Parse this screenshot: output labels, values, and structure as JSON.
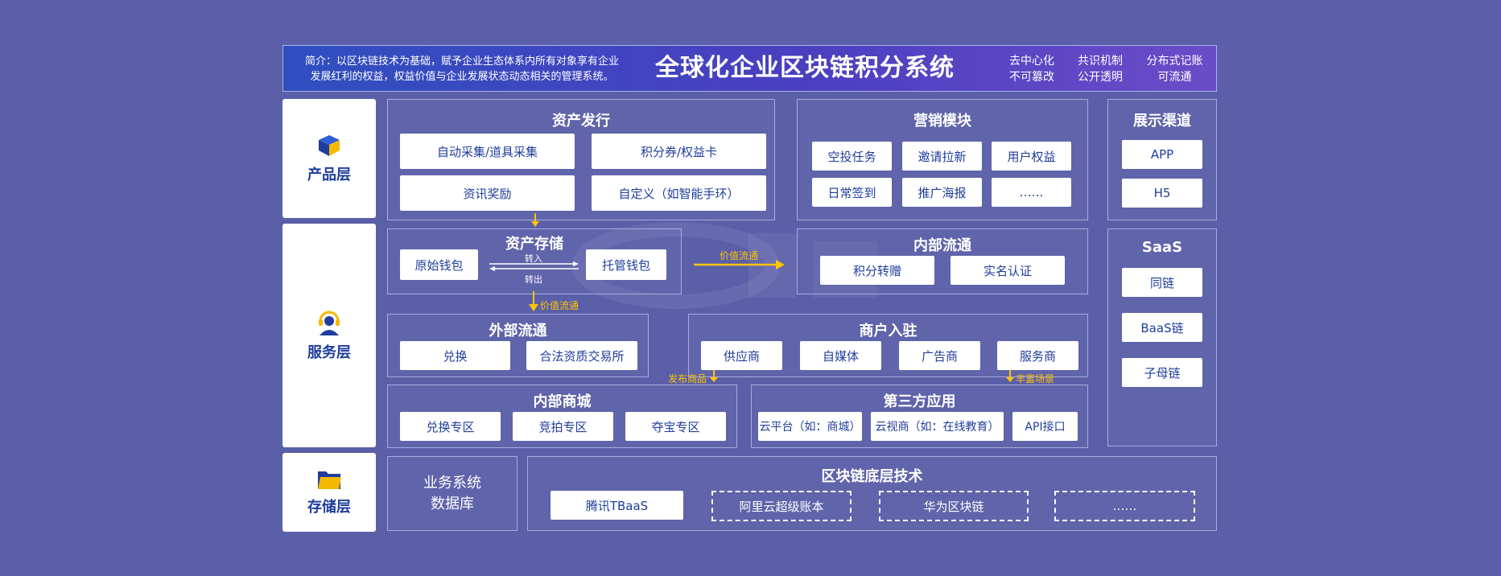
{
  "header": {
    "intro_line1": "简介：以区块链技术为基础，赋予企业生态体系内所有对象享有企业",
    "intro_line2": "发展红利的权益，权益价值与企业发展状态动态相关的管理系统。",
    "title": "全球化企业区块链积分系统",
    "tags": [
      {
        "line1": "去中心化",
        "line2": "不可篡改"
      },
      {
        "line1": "共识机制",
        "line2": "公开透明"
      },
      {
        "line1": "分布式记账",
        "line2": "可流通"
      }
    ]
  },
  "layers": {
    "product": "产品层",
    "service": "服务层",
    "storage": "存储层"
  },
  "asset_issue": {
    "title": "资产发行",
    "items": [
      "自动采集/道具采集",
      "积分券/权益卡",
      "资讯奖励",
      "自定义（如智能手环）"
    ]
  },
  "marketing": {
    "title": "营销模块",
    "items": [
      "空投任务",
      "邀请拉新",
      "用户权益",
      "日常签到",
      "推广海报",
      "……"
    ]
  },
  "display_channels": {
    "title": "展示渠道",
    "items": [
      "APP",
      "H5"
    ]
  },
  "asset_storage": {
    "title": "资产存储",
    "left": "原始钱包",
    "right": "托管钱包",
    "transfer_in": "转入",
    "transfer_out": "转出"
  },
  "internal_circulation": {
    "title": "内部流通",
    "items": [
      "积分转赠",
      "实名认证"
    ]
  },
  "value_flow_label": "价值流通",
  "value_flow_label_2": "价值流通",
  "saas": {
    "title": "SaaS",
    "items": [
      "同链",
      "BaaS链",
      "子母链"
    ]
  },
  "external_circulation": {
    "title": "外部流通",
    "items": [
      "兑换",
      "合法资质交易所"
    ]
  },
  "merchant": {
    "title": "商户入驻",
    "items": [
      "供应商",
      "自媒体",
      "广告商",
      "服务商"
    ],
    "publish_label": "发布商品",
    "enrich_label": "丰富场景"
  },
  "internal_mall": {
    "title": "内部商城",
    "items": [
      "兑换专区",
      "竞拍专区",
      "夺宝专区"
    ]
  },
  "third_party": {
    "title": "第三方应用",
    "items": [
      "云平台（如：商城）",
      "云视商（如：在线教育）",
      "API接口"
    ]
  },
  "business_db": {
    "line1": "业务系统",
    "line2": "数据库"
  },
  "blockchain_base": {
    "title": "区块链底层技术",
    "items": [
      "腾讯TBaaS",
      "阿里云超级账本",
      "华为区块链",
      "……"
    ]
  },
  "colors": {
    "background": "#5b5fa8",
    "box_text": "#1f3d9c",
    "arrow": "#ffc400"
  }
}
